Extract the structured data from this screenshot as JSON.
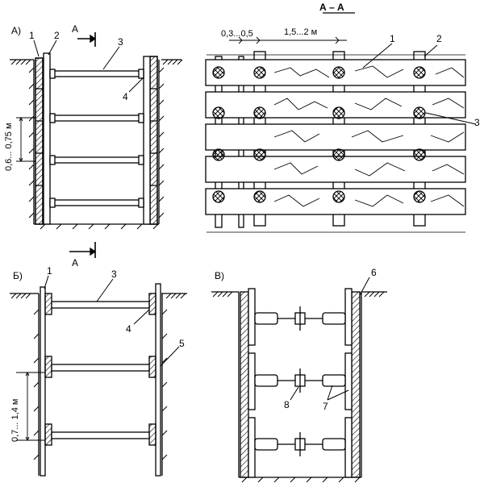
{
  "panels": {
    "a_label": "А)",
    "b_label": "Б)",
    "v_label": "В)",
    "section_title": "А – А"
  },
  "cut_marks": {
    "a_top": "А",
    "a_bottom": "А"
  },
  "callouts": {
    "n1": "1",
    "n2": "2",
    "n3": "3",
    "n4": "4",
    "n5": "5",
    "n6": "6",
    "n7": "7",
    "n8": "8"
  },
  "dimensions": {
    "a_vertical_spacing": "0,6... 0,75 м",
    "b_vertical_spacing": "0,7... 1,4 м",
    "section_gap": "0,3...0,5",
    "section_spacing": "1,5...2 м"
  },
  "colors": {
    "line": "#000000",
    "paper": "#ffffff"
  }
}
